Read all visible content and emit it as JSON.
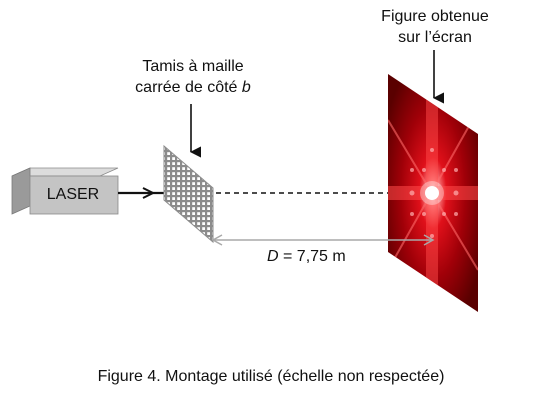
{
  "laser": {
    "label": "LASER"
  },
  "sieve": {
    "label_line1": "Tamis à maille",
    "label_line2_prefix": "carrée de côté ",
    "label_line2_var": "b"
  },
  "screen": {
    "label_line1": "Figure obtenue",
    "label_line2": "sur l’écran"
  },
  "distance": {
    "var": "D",
    "value": " = 7,75 m"
  },
  "caption": "Figure 4. Montage utilisé (échelle non respectée)",
  "colors": {
    "laser_front": "#c4c4c4",
    "laser_top": "#dcdcdc",
    "laser_side": "#9a9a9a",
    "screen_dark": "#7a0000",
    "screen_red": "#e0101a",
    "beam": "#111111",
    "measure_arrow": "#a9a9a9"
  }
}
